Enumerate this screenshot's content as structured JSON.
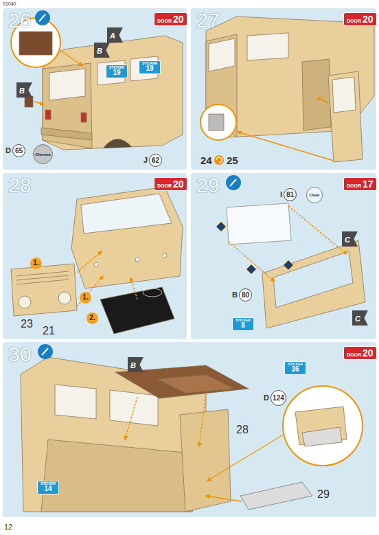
{
  "diagram": {
    "nodes": [
      {
        "text": [
          "26"
        ]
      },
      {
        "text": [
          "DOOR",
          "20"
        ],
        "in": 0
      },
      {
        "text": [
          "A"
        ],
        "in": 0
      },
      {
        "text": [
          "B"
        ],
        "in": 0
      },
      {
        "text": [
          "STICKER",
          "19"
        ],
        "in": 0
      },
      {
        "text": [
          "STICKER",
          "19"
        ],
        "in": 0
      },
      {
        "text": [
          "B"
        ],
        "in": 0
      },
      {
        "text": [
          "D",
          "65"
        ],
        "in": 0
      },
      {
        "text": [
          "Chrome"
        ],
        "in": 0
      },
      {
        "text": [
          "J",
          "62"
        ],
        "in": 0
      },
      {
        "text": [
          "27"
        ]
      },
      {
        "text": [
          "DOOR",
          "20"
        ],
        "in": 10
      },
      {
        "text": [
          "28"
        ]
      },
      {
        "text": [
          "DOOR",
          "20"
        ],
        "in": 12
      },
      {
        "text": [
          "1."
        ],
        "in": 12
      },
      {
        "text": [
          "1."
        ],
        "in": 12
      },
      {
        "text": [
          "2."
        ],
        "in": 12
      },
      {
        "text": [
          "29"
        ]
      },
      {
        "text": [
          "DOOR",
          "17"
        ],
        "in": 17
      },
      {
        "text": [
          "I",
          "81"
        ],
        "in": 17
      },
      {
        "text": [
          "Clear"
        ],
        "in": 17
      },
      {
        "text": [
          "C"
        ],
        "in": 17
      },
      {
        "text": [
          "C"
        ],
        "in": 17
      },
      {
        "text": [
          "B",
          "80"
        ],
        "in": 17
      },
      {
        "text": [
          "STICKER",
          "8"
        ],
        "in": 17
      },
      {
        "text": [
          "30"
        ]
      },
      {
        "text": [
          "DOOR",
          "20"
        ],
        "in": 25
      },
      {
        "text": [
          "B"
        ],
        "in": 25
      },
      {
        "text": [
          "STICKER",
          "36"
        ],
        "in": 25
      },
      {
        "text": [
          "D",
          "124"
        ],
        "in": 25
      },
      {
        "text": [
          "STICKER",
          "14"
        ],
        "in": 25
      }
    ],
    "labels": [
      "01040",
      "24",
      "25",
      "23",
      "21",
      "28",
      "29",
      "12"
    ]
  }
}
